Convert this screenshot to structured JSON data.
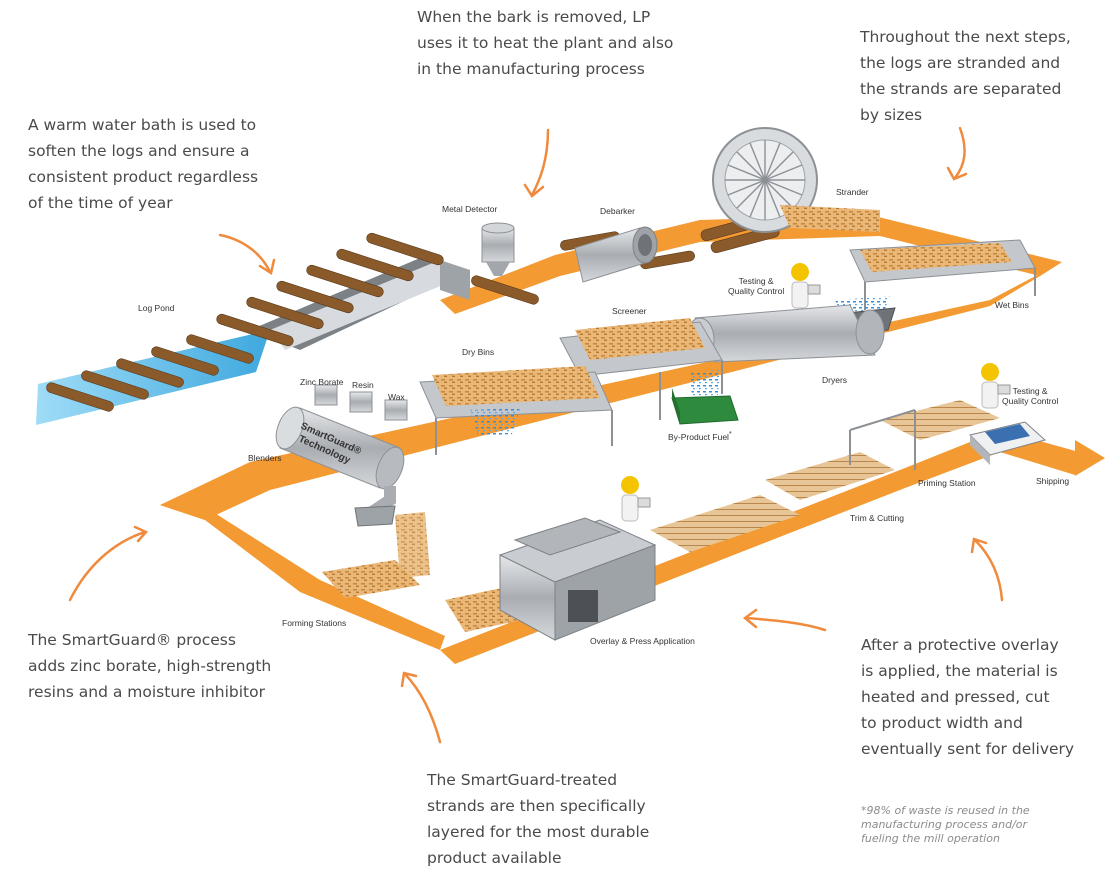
{
  "callouts": {
    "bark": [
      "When the bark is removed, LP",
      "uses it to heat the plant and also",
      "in the manufacturing process"
    ],
    "strands": [
      "Throughout the next steps,",
      "the logs are stranded and",
      "the strands are separated",
      "by sizes"
    ],
    "water": [
      "A warm water bath is used to",
      "soften the logs and ensure a",
      "consistent product regardless",
      "of the time of year"
    ],
    "smartguard": [
      "The SmartGuard® process",
      "adds zinc borate, high-strength",
      "resins and a moisture inhibitor"
    ],
    "layered": [
      "The SmartGuard-treated",
      "strands are then specifically",
      "layered for the most durable",
      "product available"
    ],
    "overlay": [
      "After a protective overlay",
      "is applied, the material is",
      "heated and pressed, cut",
      "to product width and",
      "eventually sent for delivery"
    ]
  },
  "footnote": [
    "*98% of waste is reused in the",
    "manufacturing process and/or",
    "fueling the mill operation"
  ],
  "stations": {
    "log_pond": "Log Pond",
    "metal_detector": "Metal Detector",
    "debarker": "Debarker",
    "strander": "Strander",
    "testing_1": "Testing &",
    "qc_1": "Quality Control",
    "wet_bins": "Wet Bins",
    "screener": "Screener",
    "dry_bins": "Dry Bins",
    "dryers": "Dryers",
    "byproduct": "By-Product Fuel",
    "byproduct_mark": "*",
    "zinc_borate": "Zinc Borate",
    "resin": "Resin",
    "wax": "Wax",
    "blenders": "Blenders",
    "smartguard_1": "SmartGuard®",
    "smartguard_2": "Technology",
    "testing_2": "Testing &",
    "qc_2": "Quality Control",
    "priming": "Priming Station",
    "shipping": "Shipping",
    "trim": "Trim & Cutting",
    "forming": "Forming Stations",
    "overlay_press": "Overlay & Press Application"
  },
  "colors": {
    "conveyor": "#f39a32",
    "arrow": "#f08a3c",
    "text": "#4a4a4a",
    "water": "#5fbde8",
    "log": "#8a5a2b",
    "steel": "#b9bcc0",
    "byproduct_bin": "#2e8b3e",
    "blue_strands": "#3a8ed6"
  }
}
